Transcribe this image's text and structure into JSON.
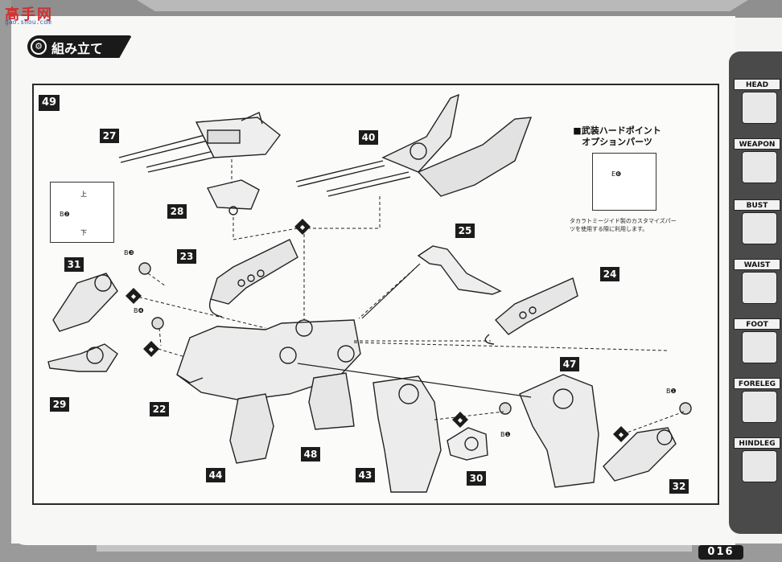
{
  "watermark": {
    "logo": "高手网",
    "url": "gao.shou.com"
  },
  "section": {
    "title": "組み立て"
  },
  "step": "49",
  "parts": [
    {
      "num": "27"
    },
    {
      "num": "28"
    },
    {
      "num": "40"
    },
    {
      "num": "25"
    },
    {
      "num": "23"
    },
    {
      "num": "24"
    },
    {
      "num": "31"
    },
    {
      "num": "29"
    },
    {
      "num": "22"
    },
    {
      "num": "44"
    },
    {
      "num": "48"
    },
    {
      "num": "43"
    },
    {
      "num": "30"
    },
    {
      "num": "47"
    },
    {
      "num": "32"
    }
  ],
  "direction": {
    "up": "上",
    "down": "下",
    "ref": "B❷"
  },
  "option": {
    "title": "■武装ハードポイント\nオプションパーツ",
    "title_line1": "■武装ハードポイント",
    "title_line2": "オプションパーツ",
    "ref": "E❻",
    "note": "タカラトミージイド製のカスタマイズパーツを使用する際に利用します。"
  },
  "brefs": [
    {
      "label": "B❸"
    },
    {
      "label": "B❹"
    },
    {
      "label": "B❶"
    },
    {
      "label": "B❶"
    }
  ],
  "sidebar": {
    "items": [
      {
        "label": "HEAD",
        "icon": "head-icon"
      },
      {
        "label": "WEAPON",
        "icon": "weapon-icon"
      },
      {
        "label": "BUST",
        "icon": "bust-icon"
      },
      {
        "label": "WAIST",
        "icon": "waist-icon"
      },
      {
        "label": "FOOT",
        "icon": "foot-icon"
      },
      {
        "label": "FORELEG",
        "icon": "foreleg-icon"
      },
      {
        "label": "HINDLEG",
        "icon": "hindleg-icon"
      }
    ]
  },
  "page_number": "016"
}
